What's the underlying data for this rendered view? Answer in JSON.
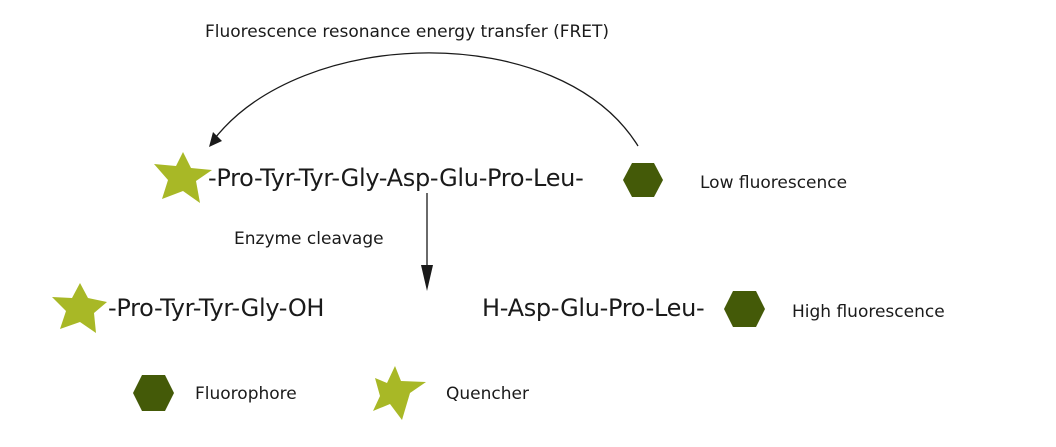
{
  "title": "Fluorescence resonance energy transfer (FRET)",
  "colors": {
    "fluorophore": "#445a08",
    "quencher": "#a8b826",
    "arrow": "#1a1a1a"
  },
  "intact_substrate": {
    "sequence": "-Pro-Tyr-Tyr-Gly-Asp-Glu-Pro-Leu-",
    "state_label": "Low fluorescence"
  },
  "process_label": "Enzyme cleavage",
  "products": {
    "left_fragment": "-Pro-Tyr-Tyr-Gly-OH",
    "right_fragment": "H-Asp-Glu-Pro-Leu-",
    "state_label": "High fluorescence"
  },
  "legend": [
    {
      "icon": "hexagon-icon",
      "label": "Fluorophore"
    },
    {
      "icon": "star-icon",
      "label": "Quencher"
    }
  ]
}
